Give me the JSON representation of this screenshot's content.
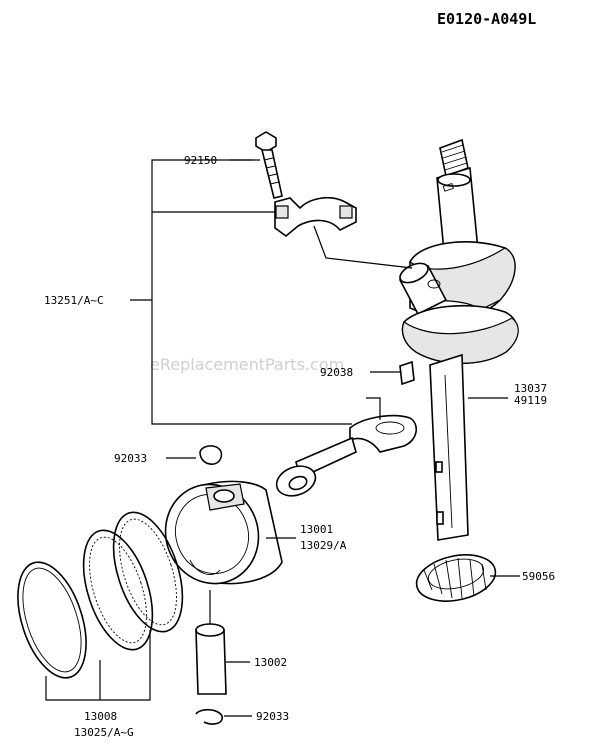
{
  "diagram_code": "E0120-A049L",
  "watermark": "eReplacementParts.com",
  "callouts": {
    "bolt": "92150",
    "con_rod_assy": "13251/A~C",
    "key": "92038",
    "crankshaft_1": "13037",
    "crankshaft_2": "49119",
    "circlip_top": "92033",
    "piston_1": "13001",
    "piston_2": "13029/A",
    "gear": "59056",
    "pin": "13002",
    "circlip_bottom": "92033",
    "rings_1": "13008",
    "rings_2": "13025/A~G"
  }
}
